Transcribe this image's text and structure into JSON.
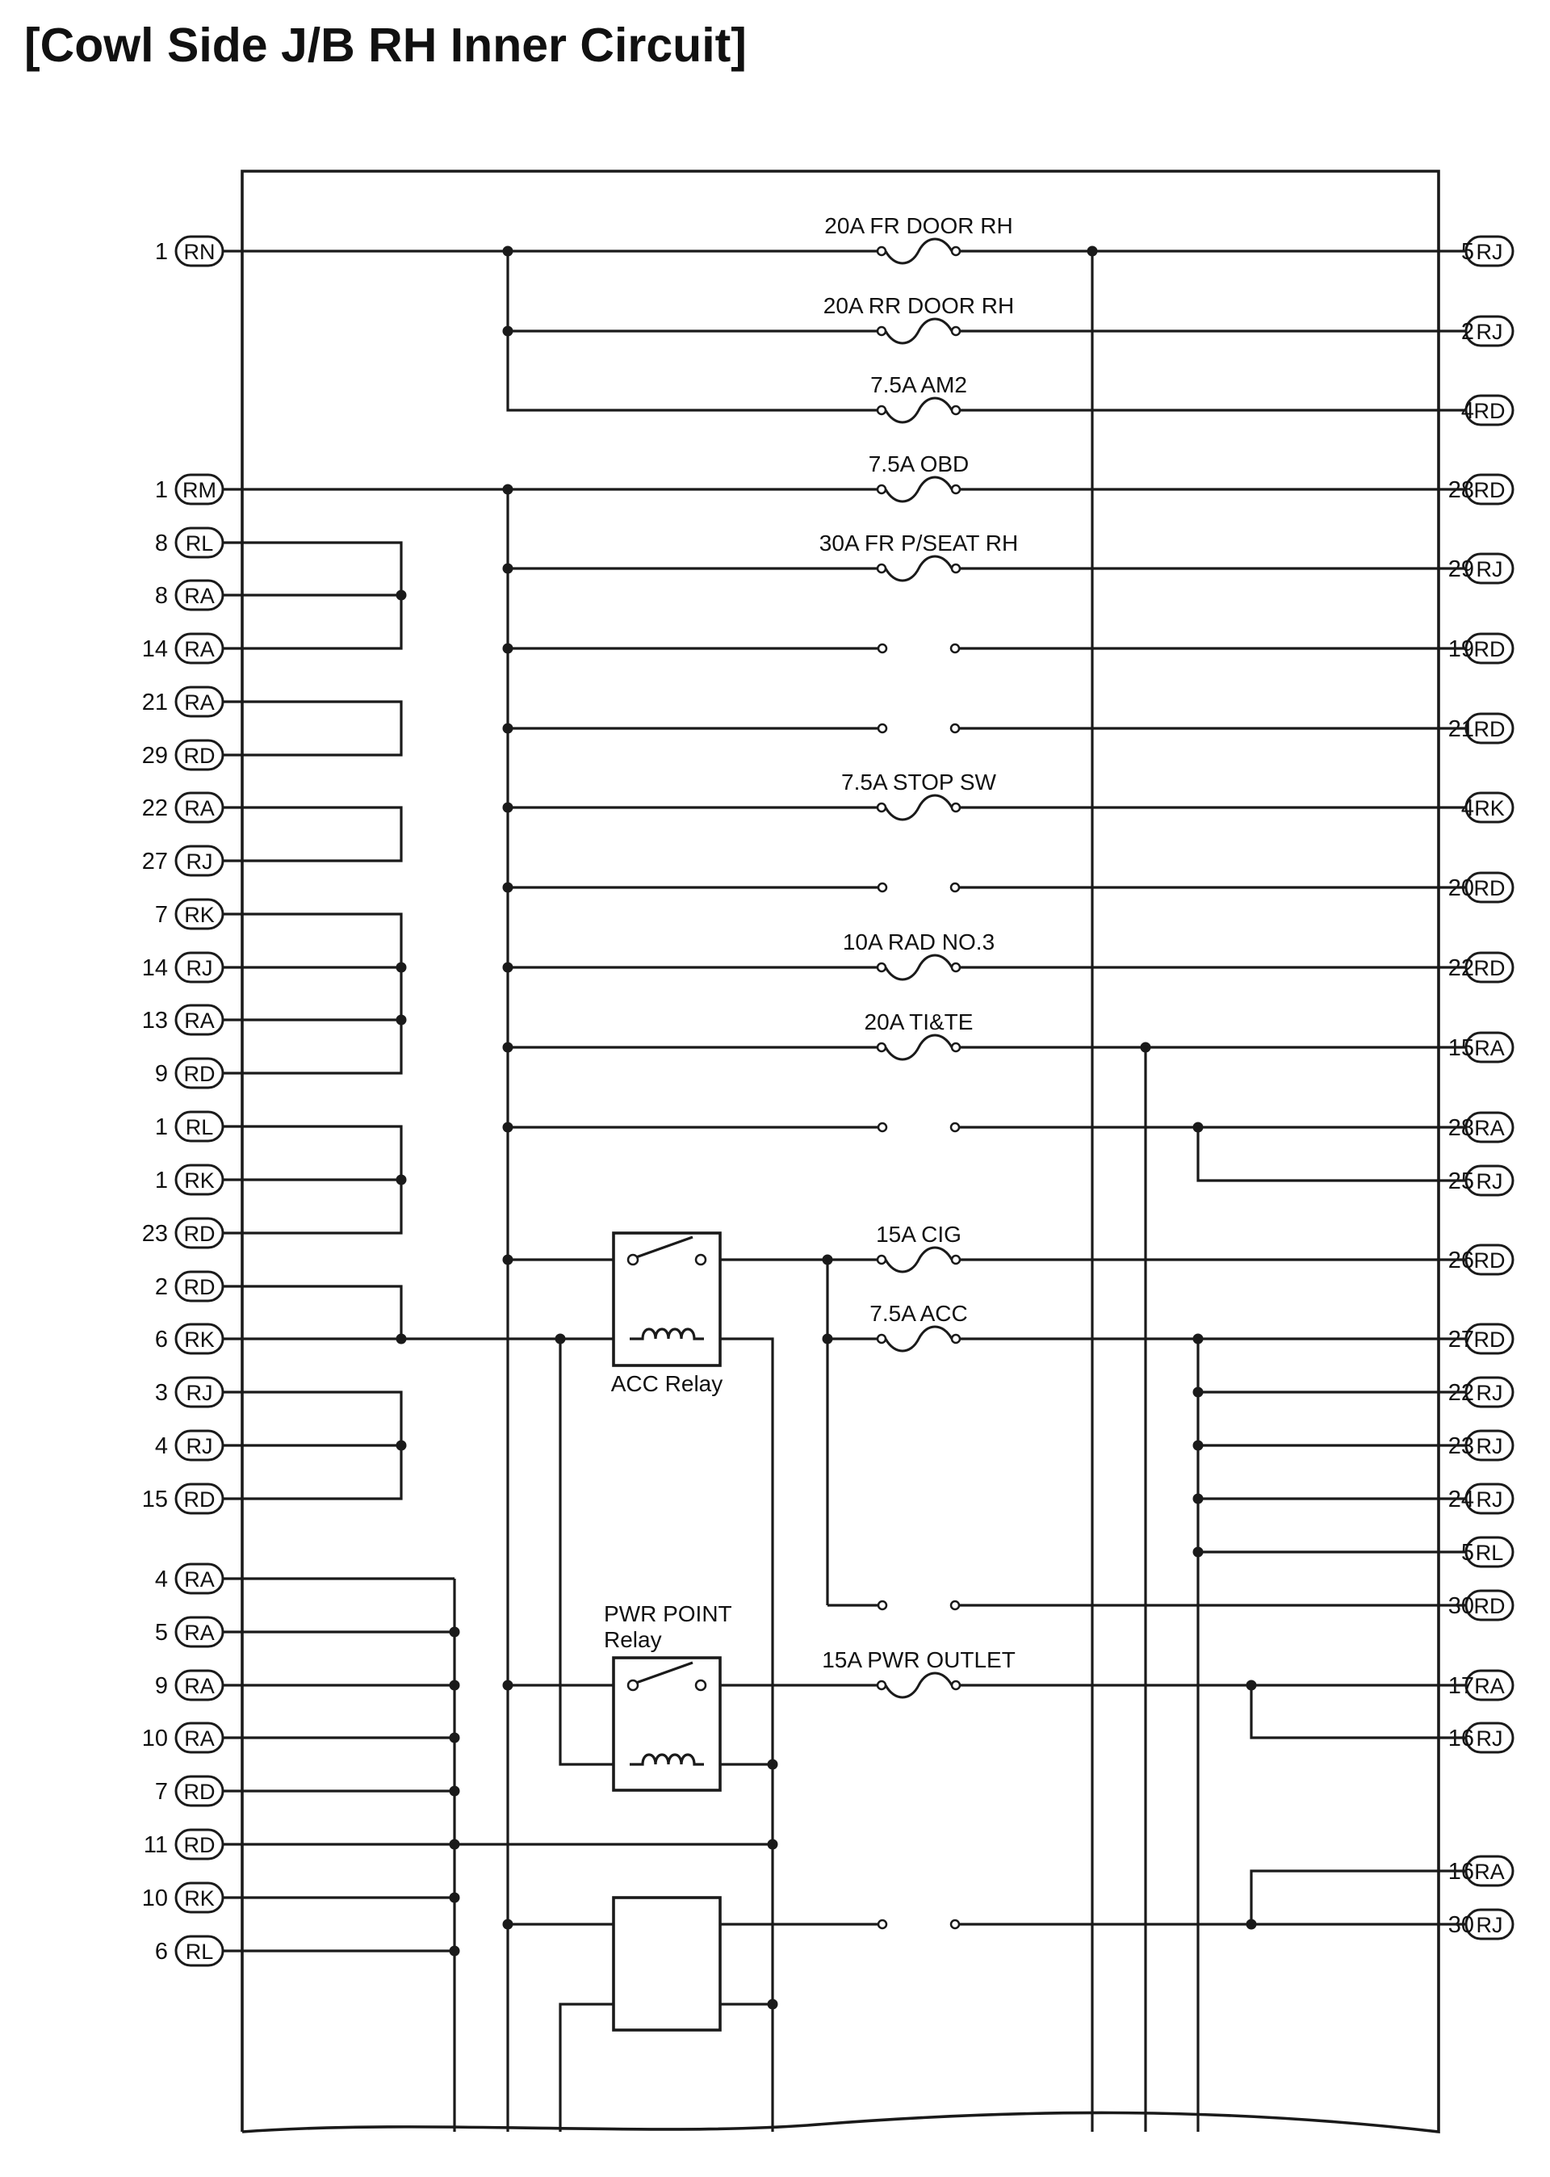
{
  "title": "[Cowl Side J/B RH Inner Circuit]",
  "left_terminals": [
    {
      "pin": "1",
      "conn": "RN"
    },
    {
      "pin": "1",
      "conn": "RM"
    },
    {
      "pin": "8",
      "conn": "RL"
    },
    {
      "pin": "8",
      "conn": "RA"
    },
    {
      "pin": "14",
      "conn": "RA"
    },
    {
      "pin": "21",
      "conn": "RA"
    },
    {
      "pin": "29",
      "conn": "RD"
    },
    {
      "pin": "22",
      "conn": "RA"
    },
    {
      "pin": "27",
      "conn": "RJ"
    },
    {
      "pin": "7",
      "conn": "RK"
    },
    {
      "pin": "14",
      "conn": "RJ"
    },
    {
      "pin": "13",
      "conn": "RA"
    },
    {
      "pin": "9",
      "conn": "RD"
    },
    {
      "pin": "1",
      "conn": "RL"
    },
    {
      "pin": "1",
      "conn": "RK"
    },
    {
      "pin": "23",
      "conn": "RD"
    },
    {
      "pin": "2",
      "conn": "RD"
    },
    {
      "pin": "6",
      "conn": "RK"
    },
    {
      "pin": "3",
      "conn": "RJ"
    },
    {
      "pin": "4",
      "conn": "RJ"
    },
    {
      "pin": "15",
      "conn": "RD"
    },
    {
      "pin": "4",
      "conn": "RA"
    },
    {
      "pin": "5",
      "conn": "RA"
    },
    {
      "pin": "9",
      "conn": "RA"
    },
    {
      "pin": "10",
      "conn": "RA"
    },
    {
      "pin": "7",
      "conn": "RD"
    },
    {
      "pin": "11",
      "conn": "RD"
    },
    {
      "pin": "10",
      "conn": "RK"
    },
    {
      "pin": "6",
      "conn": "RL"
    }
  ],
  "right_terminals": [
    {
      "pin": "5",
      "conn": "RJ"
    },
    {
      "pin": "2",
      "conn": "RJ"
    },
    {
      "pin": "4",
      "conn": "RD"
    },
    {
      "pin": "28",
      "conn": "RD"
    },
    {
      "pin": "29",
      "conn": "RJ"
    },
    {
      "pin": "19",
      "conn": "RD"
    },
    {
      "pin": "21",
      "conn": "RD"
    },
    {
      "pin": "4",
      "conn": "RK"
    },
    {
      "pin": "20",
      "conn": "RD"
    },
    {
      "pin": "22",
      "conn": "RD"
    },
    {
      "pin": "15",
      "conn": "RA"
    },
    {
      "pin": "28",
      "conn": "RA"
    },
    {
      "pin": "25",
      "conn": "RJ"
    },
    {
      "pin": "26",
      "conn": "RD"
    },
    {
      "pin": "27",
      "conn": "RD"
    },
    {
      "pin": "22",
      "conn": "RJ"
    },
    {
      "pin": "23",
      "conn": "RJ"
    },
    {
      "pin": "24",
      "conn": "RJ"
    },
    {
      "pin": "5",
      "conn": "RL"
    },
    {
      "pin": "30",
      "conn": "RD"
    },
    {
      "pin": "17",
      "conn": "RA"
    },
    {
      "pin": "16",
      "conn": "RJ"
    },
    {
      "pin": "16",
      "conn": "RA"
    },
    {
      "pin": "30",
      "conn": "RJ"
    }
  ],
  "fuses": [
    "20A FR DOOR RH",
    "20A RR DOOR RH",
    "7.5A AM2",
    "7.5A OBD",
    "30A FR P/SEAT RH",
    "7.5A STOP SW",
    "10A RAD NO.3",
    "20A TI&TE",
    "15A CIG",
    "7.5A ACC",
    "15A PWR OUTLET"
  ],
  "relays": {
    "acc": "ACC Relay",
    "pwr_point_line1": "PWR POINT",
    "pwr_point_line2": "Relay"
  },
  "colors": {
    "line": "#1a1a1a",
    "background": "#ffffff"
  }
}
